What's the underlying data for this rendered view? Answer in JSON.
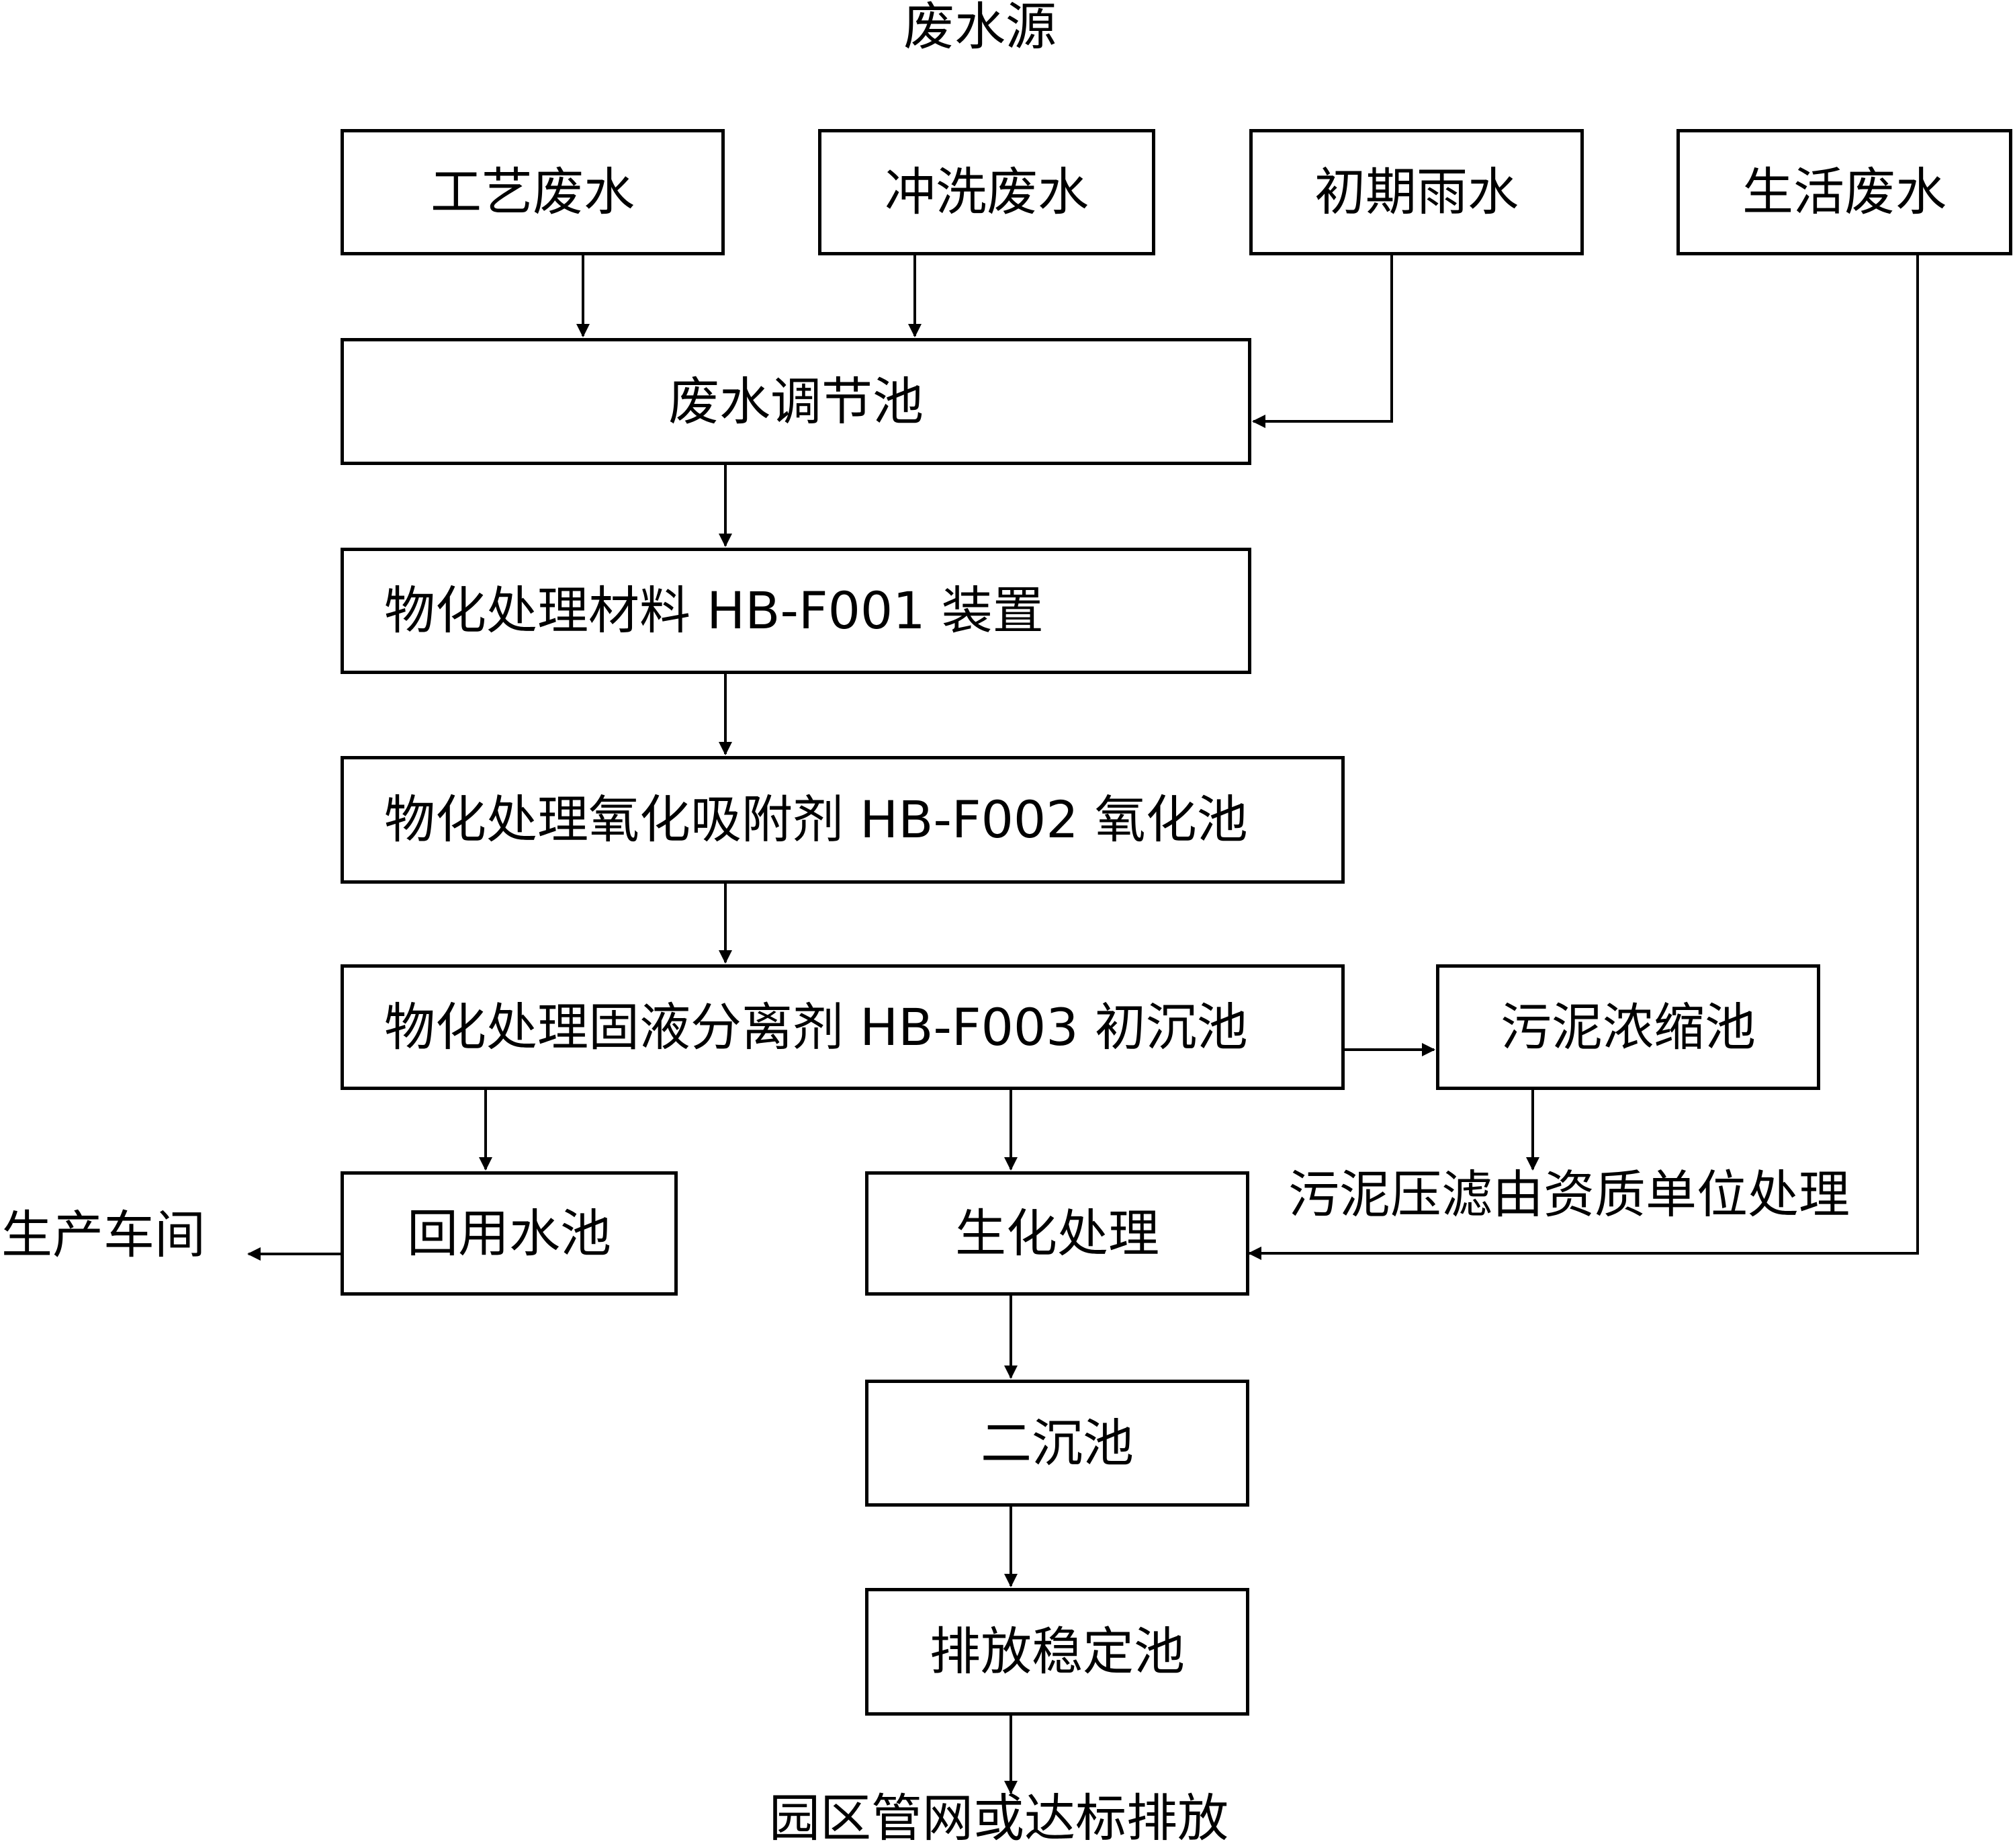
{
  "title": "废水源",
  "sources": {
    "process": "工艺废水",
    "washing": "冲洗废水",
    "rain": "初期雨水",
    "domestic": "生活废水"
  },
  "stages": {
    "equalization": "废水调节池",
    "f001": "物化处理材料 HB-F001 装置",
    "f002": "物化处理氧化吸附剂 HB-F002 氧化池",
    "f003": "物化处理固液分离剂 HB-F003 初沉池",
    "sludge_thickening": "污泥浓缩池",
    "reuse_pool": "回用水池",
    "biochemical": "生化处理",
    "secondary_clarifier": "二沉池",
    "discharge_pool": "排放稳定池"
  },
  "labels": {
    "workshop": "生产车间",
    "sludge_disposal": "污泥压滤由资质单位处理",
    "final": "园区管网或达标排放"
  }
}
